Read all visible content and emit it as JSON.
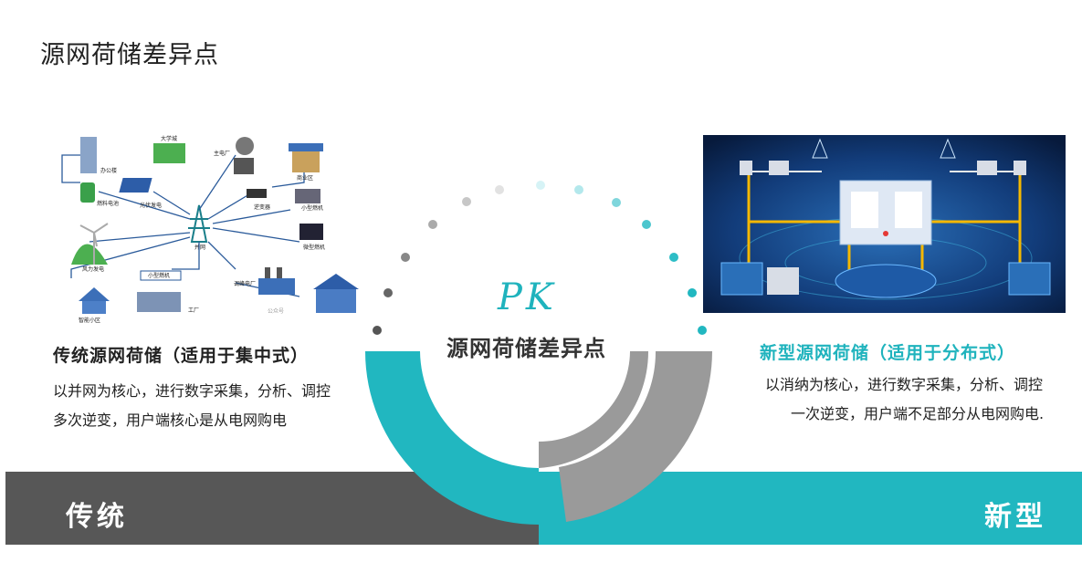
{
  "page": {
    "title": "源网荷储差异点"
  },
  "center": {
    "pk": "PK",
    "title": "源网荷储差异点"
  },
  "traditional": {
    "heading": "传统源网荷储（适用于集中式）",
    "desc_line1": "以并网为核心，进行数字采集，分析、调控",
    "desc_line2": "多次逆变，用户端核心是从电网购电",
    "band_label": "传统",
    "diagram_labels": {
      "office": "办公楼",
      "campus": "大学城",
      "main_plant": "主电厂",
      "fuel_cell": "燃料电池",
      "pv": "光伏发电",
      "inverter": "逆变器",
      "commercial": "商业区",
      "grid": "并网",
      "small_gen": "小型燃机",
      "micro_gen": "微型燃机",
      "wind": "风力发电",
      "small_gen2": "小型燃机",
      "peak_plant": "调峰电厂",
      "community": "智能小区",
      "factory": "工厂",
      "watermark": "公众号"
    }
  },
  "modern": {
    "heading": "新型源网荷储（适用于分布式）",
    "desc_line1": "以消纳为核心，进行数字采集，分析、调控",
    "desc_line2": "一次逆变，用户端不足部分从电网购电.",
    "band_label": "新型"
  },
  "colors": {
    "accent": "#21b7c0",
    "dark_band": "#575757",
    "arc_gray": "#9a9a9a",
    "panel_bg": "#0d1f45"
  }
}
